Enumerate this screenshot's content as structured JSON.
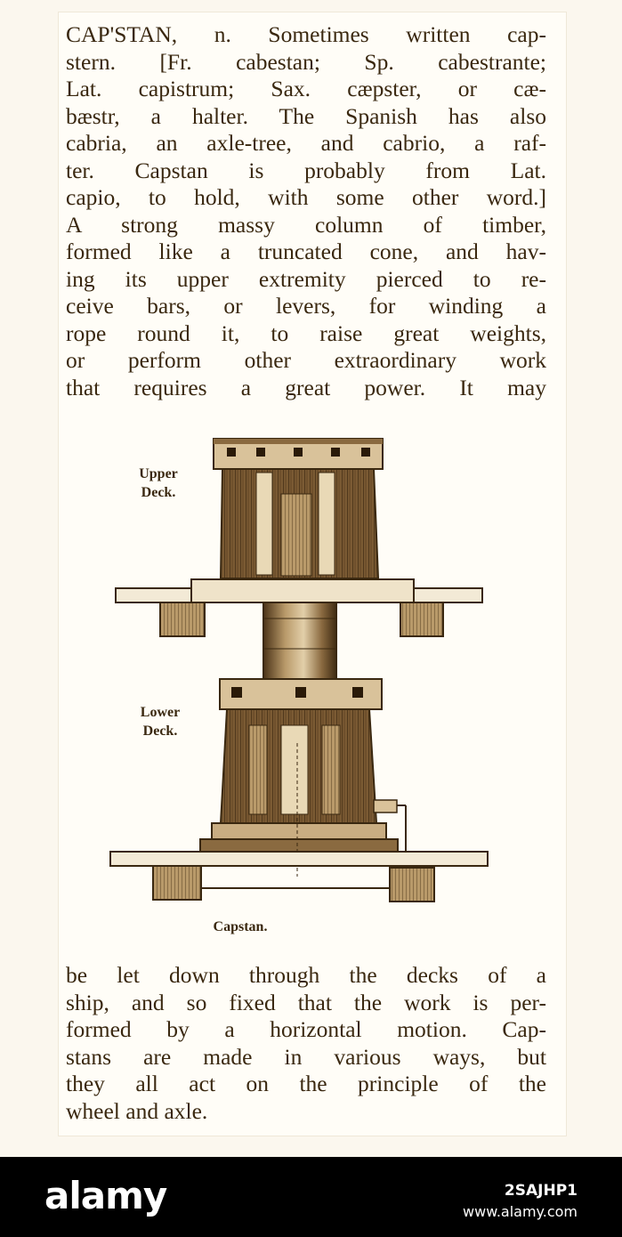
{
  "entry": {
    "lines_top": [
      "CAP'STAN, n. Sometimes written cap-",
      "stern. [Fr. cabestan; Sp. cabestrante;",
      "Lat. capistrum; Sax. cæpster, or cæ-",
      "bæstr, a halter. The Spanish has also",
      "cabria, an axle-tree, and cabrio, a raf-",
      "ter. Capstan is probably from Lat.",
      "capio, to hold, with some other word.]",
      "A strong massy column of timber,",
      "formed like a truncated cone, and hav-",
      "ing its upper extremity pierced to re-",
      "ceive bars, or levers, for winding a",
      "rope round it, to raise great weights,",
      "or perform other extraordinary work",
      "that requires a great power. It may"
    ],
    "lines_bottom": [
      "be let down through the decks of a",
      "ship, and so fixed that the work is per-",
      "formed by a horizontal motion. Cap-",
      "stans are made in various ways, but",
      "they all act on the principle of the",
      "wheel and axle."
    ]
  },
  "figure": {
    "label_upper_line1": "Upper",
    "label_upper_line2": "Deck.",
    "label_lower_line1": "Lower",
    "label_lower_line2": "Deck.",
    "caption": "Capstan."
  },
  "watermark": {
    "brand": "alamy",
    "image_id": "2SAJHP1",
    "site": "www.alamy.com"
  },
  "colors": {
    "ink": "#3a2810",
    "wood_dark": "#5a3d1f",
    "wood_mid": "#8a6a40",
    "wood_light": "#c9ad82",
    "paper": "#fffdf7",
    "footer": "#000000"
  }
}
